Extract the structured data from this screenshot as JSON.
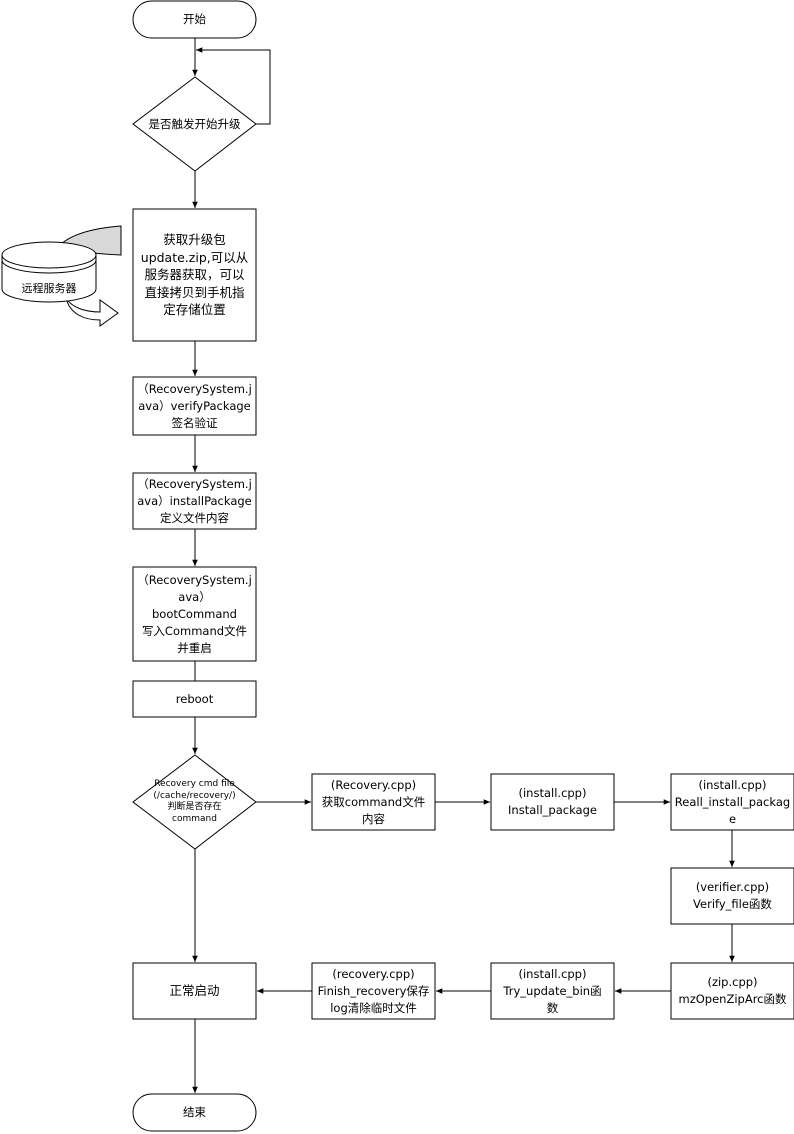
{
  "nodes": {
    "start": "开始",
    "trigger_decision": "是否触发开始升级",
    "get_package": "获取升级包\nupdate.zip,可以从\n服务器获取，可以\n直接拷贝到手机指\n定存储位置",
    "remote_server": "远程服务器",
    "verify_package": "（RecoverySystem.j\nava）verifyPackage\n签名验证",
    "install_package": "（RecoverySystem.j\nava）installPackage\n定义文件内容",
    "boot_command": "（RecoverySystem.j\nava）\nbootCommand\n写入Command文件\n并重启",
    "reboot": "reboot",
    "cmd_file_decision": "Recovery cmd file\n(/cache/recovery/)\n判断是否存在\ncommand",
    "recovery_get_command": "(Recovery.cpp)\n获取command文件\n内容",
    "install_cpp": "(install.cpp)\nInstall_package",
    "really_install": "(install.cpp)\nReall_install_packag\ne",
    "verify_file": "(verifier.cpp)\nVerify_file函数",
    "zip_open": "(zip.cpp)\nmzOpenZipArc函数",
    "try_update_bin": "(install.cpp)\nTry_update_bin函\n数",
    "finish_recovery": "(recovery.cpp)\nFinish_recovery保存\nlog清除临时文件",
    "normal_boot": "正常启动",
    "end": "结束"
  },
  "colors": {
    "stroke": "#000000",
    "fill": "#ffffff",
    "server_shadow": "#d9d9d9"
  }
}
